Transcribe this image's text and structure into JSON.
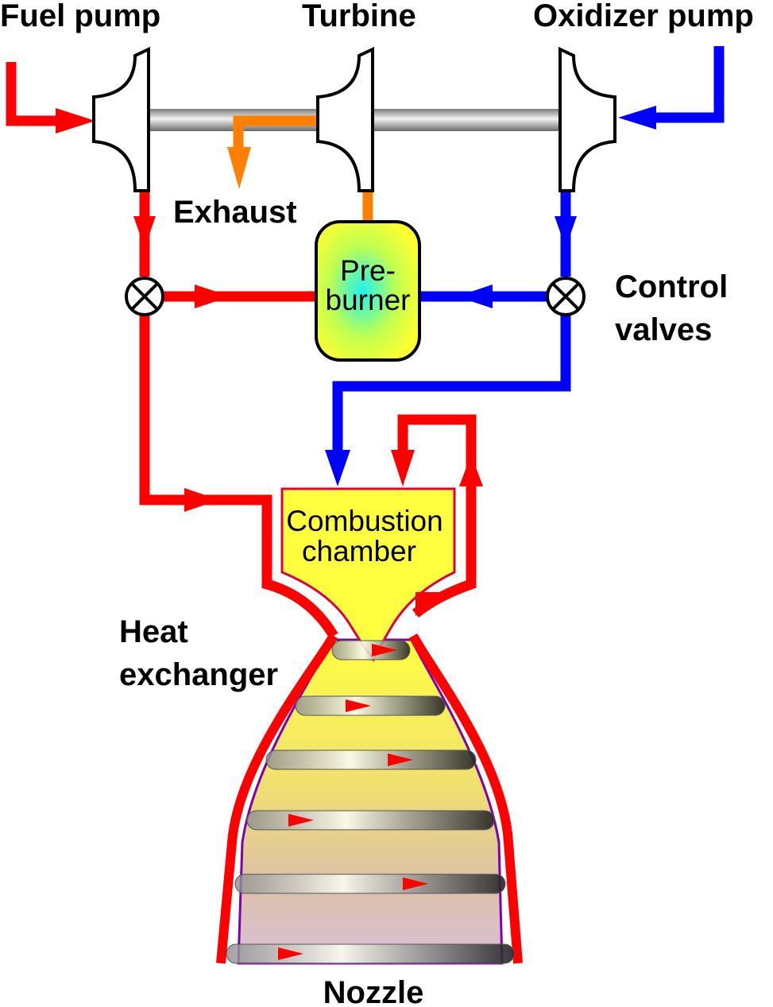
{
  "labels": {
    "fuel_pump": "Fuel pump",
    "turbine": "Turbine",
    "oxidizer_pump": "Oxidizer pump",
    "exhaust": "Exhaust",
    "preburner_line1": "Pre-",
    "preburner_line2": "burner",
    "control_line1": "Control",
    "control_line2": "valves",
    "combustion_line1": "Combustion",
    "combustion_line2": "chamber",
    "heat_line1": "Heat",
    "heat_line2": "exchanger",
    "nozzle": "Nozzle"
  },
  "colors": {
    "fuel": "#ff0000",
    "oxidizer": "#0000ff",
    "exhaust": "#ff8000",
    "chamber": "#ffff40",
    "nozzle_bottom": "#dcc0d8",
    "shaft": "#b0b0b0"
  }
}
